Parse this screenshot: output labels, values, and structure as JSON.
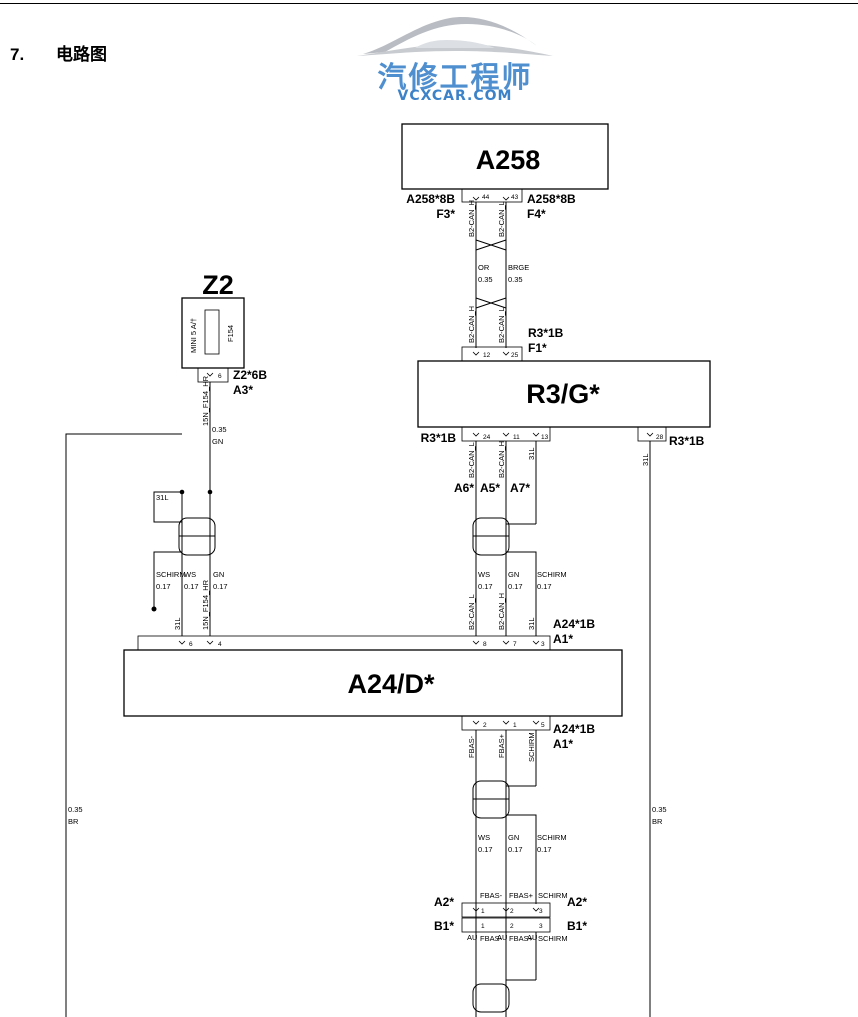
{
  "header": {
    "section_number": "7.",
    "section_title": "电路图"
  },
  "logo": {
    "chinese_text": "汽修工程师",
    "site": "VCXCAR.COM",
    "accent_color": "#4f8fd0"
  },
  "modules": {
    "a258": "A258",
    "r3g": "R3/G*",
    "a24d": "A24/D*",
    "z2": "Z2"
  },
  "fuse": {
    "rating": "MINI 5 A/†",
    "name": "F154"
  },
  "connectors": {
    "a258_left_conn": "A258*8B",
    "a258_left_pin": "F3*",
    "a258_right_conn": "A258*8B",
    "a258_right_pin": "F4*",
    "r3_top_conn": "R3*1B",
    "r3_top_pin": "F1*",
    "r3_bottom_left": "R3*1B",
    "r3_bottom_right": "R3*1B",
    "z2_conn": "Z2*6B",
    "z2_pin": "A3*",
    "a24_top_conn": "A24*1B",
    "a24_top_pin": "A1*",
    "a24_bottom_conn": "A24*1B",
    "a24_bottom_pin": "A1*",
    "pin_a6": "A6*",
    "pin_a5": "A5*",
    "pin_a7": "A7*",
    "a2_left": "A2*",
    "a2_right": "A2*",
    "b1_left": "B1*",
    "b1_right": "B1*"
  },
  "pins": {
    "a258_h": "44",
    "a258_l": "43",
    "r3_top_h": "12",
    "r3_top_l": "25",
    "r3_bot_l": "24",
    "r3_bot_h": "11",
    "r3_bot_31": "13",
    "r3_far": "28",
    "z2_pin_no": "6",
    "a24_pin_6": "6",
    "a24_pin_4": "4",
    "a24_pin_8": "8",
    "a24_pin_7": "7",
    "a24_pin_3": "3",
    "a24_bot_2": "2",
    "a24_bot_1": "1",
    "a24_bot_5": "5",
    "a2_1": "1",
    "a2_2": "2",
    "a2_3": "3",
    "b1_1": "1",
    "b1_2": "2",
    "b1_3": "3"
  },
  "signals": {
    "can_h": "B2-CAN_H",
    "can_l": "B2-CAN_L",
    "ground": "31L",
    "fuse_feed": "15N_F154_HR",
    "fbas_minus": "FBAS-",
    "fbas_plus": "FBAS+",
    "shield": "SCHIRM",
    "au": "AU"
  },
  "wires": {
    "or_color": "OR",
    "or_size": "0.35",
    "brge_color": "BRGE",
    "brge_size": "0.35",
    "gn_size_035": "0.35",
    "gn": "GN",
    "ws": "WS",
    "br": "BR",
    "br_size": "0.35",
    "size_017": "0.17",
    "schirm": "SCHIRM"
  }
}
